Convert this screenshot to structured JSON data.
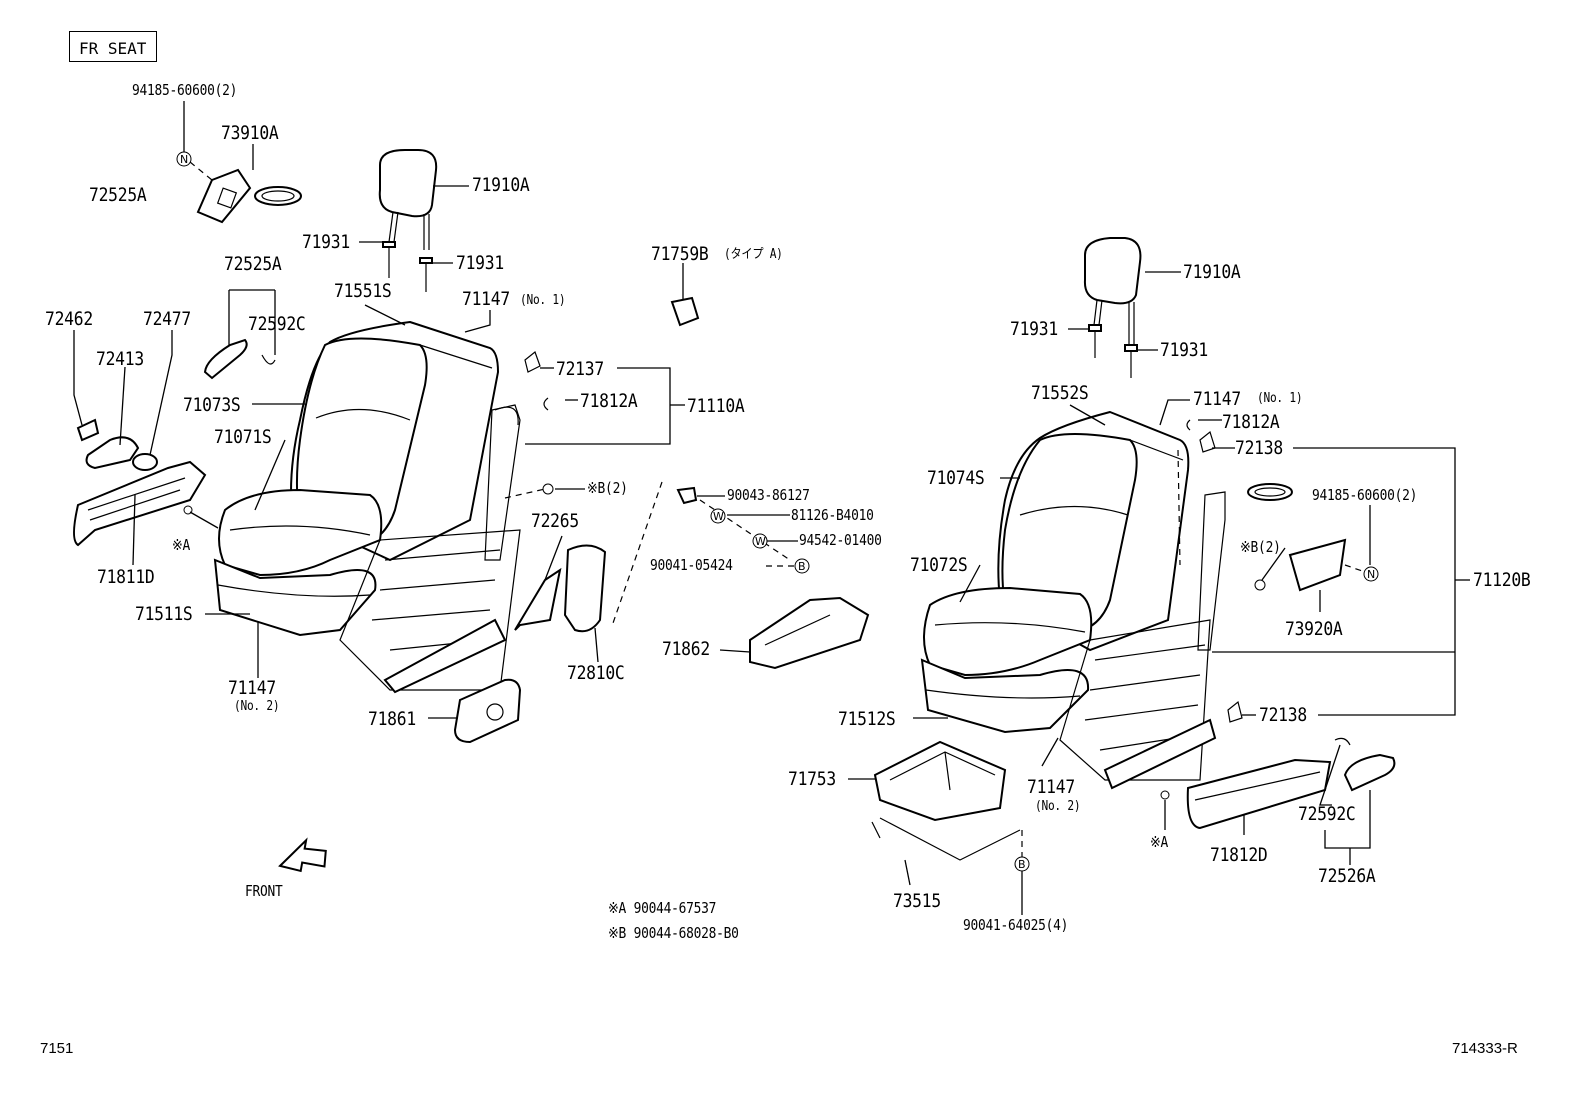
{
  "header": {
    "section_label": "FR SEAT"
  },
  "callouts": {
    "n94185_left": "94185-60600(2)",
    "p73910A": "73910A",
    "p72525A_a": "72525A",
    "p71910A_l": "71910A",
    "p71931_l1": "71931",
    "p71931_l2": "71931",
    "p71759B": "71759B",
    "p71759B_note": "(タイプ A)",
    "p72525A_b": "72525A",
    "p71551S": "71551S",
    "p71147_no1_l": "71147",
    "no1_l": "(No. 1)",
    "p72462": "72462",
    "p72477": "72477",
    "p72592C_l": "72592C",
    "p72413": "72413",
    "p72137": "72137",
    "p71812A_l": "71812A",
    "p71110A": "71110A",
    "p71073S": "71073S",
    "p71071S": "71071S",
    "xB2_l": "※B(2)",
    "xA_l": "※A",
    "p71811D": "71811D",
    "p90043": "90043-86127",
    "p81126": "81126-B4010",
    "p94542": "94542-01400",
    "p90041_05424": "90041-05424",
    "p72265": "72265",
    "p71511S": "71511S",
    "p71862": "71862",
    "p72810C": "72810C",
    "p71147_no2_l": "71147",
    "no2_l": "(No. 2)",
    "p71861": "71861",
    "p71910A_r": "71910A",
    "p71931_r1": "71931",
    "p71931_r2": "71931",
    "p71552S": "71552S",
    "p71147_no1_r": "71147",
    "no1_r": "(No. 1)",
    "p71812A_r": "71812A",
    "p72138_a": "72138",
    "p71074S": "71074S",
    "n94185_right": "94185-60600(2)",
    "xB2_r": "※B(2)",
    "p71072S": "71072S",
    "p73920A": "73920A",
    "p71120B": "71120B",
    "p72138_b": "72138",
    "p71512S": "71512S",
    "p71753": "71753",
    "p71147_no2_r": "71147",
    "no2_r": "(No. 2)",
    "p72592C_r": "72592C",
    "xA_r": "※A",
    "p71812D": "71812D",
    "p72526A": "72526A",
    "p73515": "73515",
    "p90041_64025": "90041-64025(4)",
    "front": "FRONT"
  },
  "notes": {
    "noteA": "※A  90044-67537",
    "noteB": "※B  90044-68028-B0"
  },
  "circle_marks": {
    "N": "N",
    "W": "W",
    "B": "B"
  },
  "footer": {
    "left_code": "7151",
    "right_code": "714333-R"
  }
}
